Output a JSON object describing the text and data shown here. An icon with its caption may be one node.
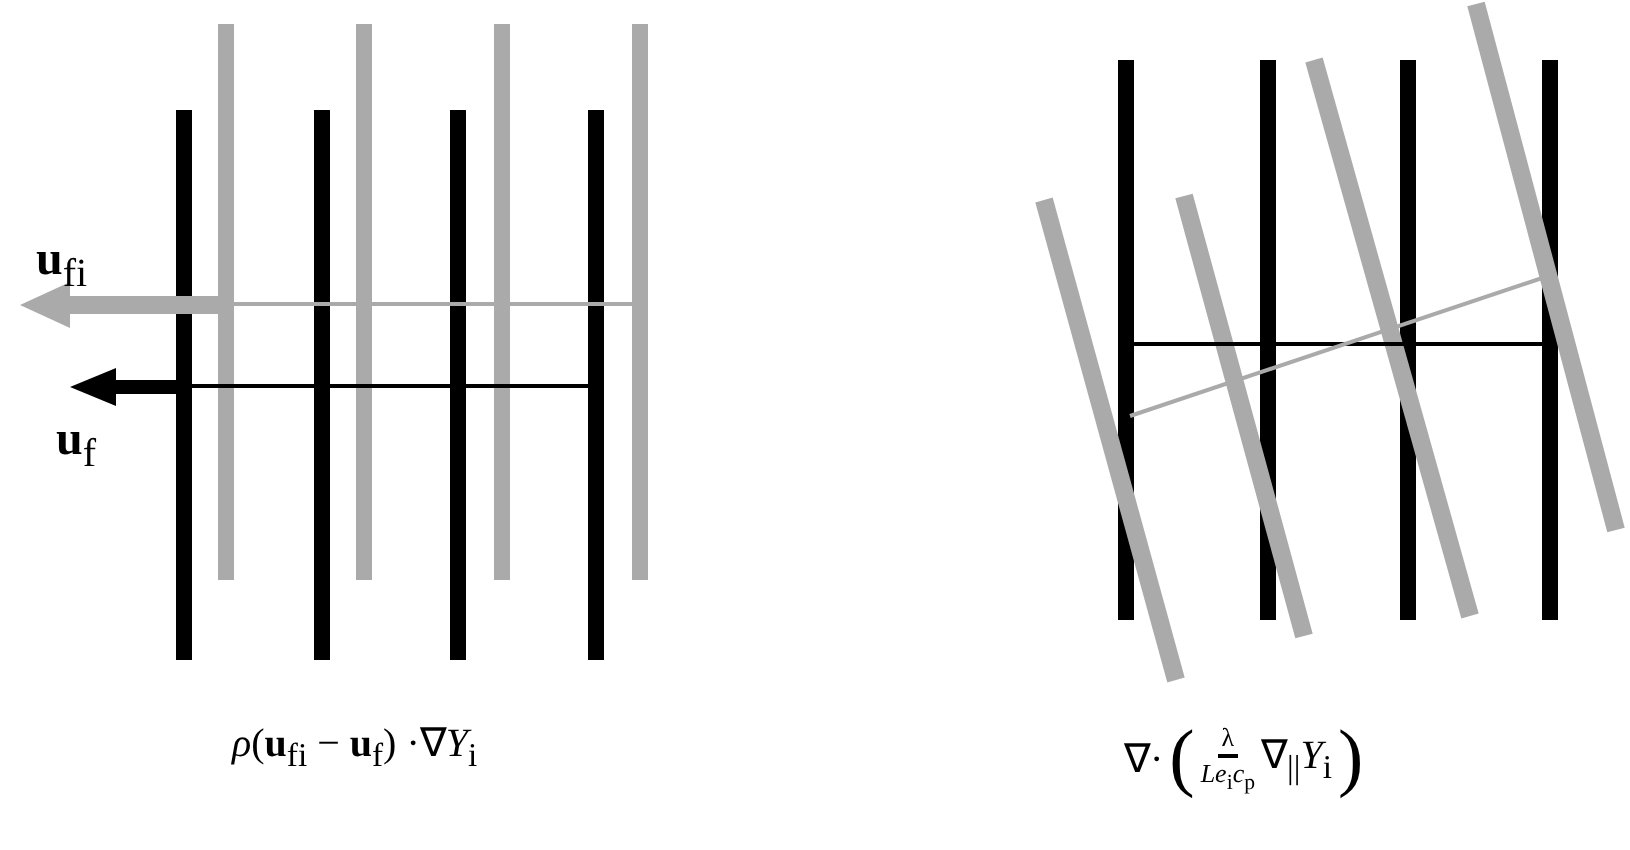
{
  "diagram": {
    "labels": [
      "**u**$_{fi}$",
      "**u**$_{f}$",
      "*ρ*(**u**$_{fi}$ − **u**$_{f}$) ·∇*Y*$_{i}$",
      "∇·",
      "(",
      "λ",
      "*Le*$_{i}$*c*$_{p}$",
      "∇$_{||}$*Y*$_{i}$",
      ")"
    ]
  }
}
